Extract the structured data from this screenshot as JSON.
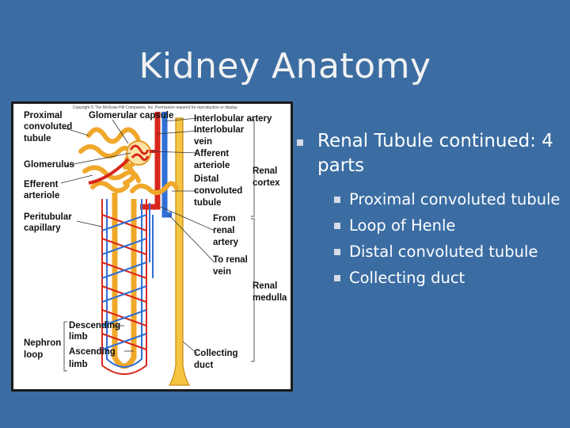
{
  "slide": {
    "title": "Kidney Anatomy",
    "bullet_main": "Renal Tubule continued:  4 parts",
    "sub_bullets": [
      "Proximal convoluted tubule",
      "Loop of Henle",
      "Distal convoluted tubule",
      "Collecting duct"
    ]
  },
  "figure": {
    "credit": "Copyright © The McGraw-Hill Companies, Inc. Permission required for reproduction or display.",
    "labels": {
      "proximal": [
        "Proximal",
        "convoluted",
        "tubule"
      ],
      "glomerular_capsule": "Glomerular capsule",
      "glomerulus": "Glomerulus",
      "efferent": [
        "Efferent",
        "arteriole"
      ],
      "peritubular": [
        "Peritubular",
        "capillary"
      ],
      "interlobular_artery": "Interlobular artery",
      "interlobular_vein": [
        "Interlobular",
        "vein"
      ],
      "afferent": [
        "Afferent",
        "arteriole"
      ],
      "distal": [
        "Distal",
        "convoluted",
        "tubule"
      ],
      "renal_cortex": [
        "Renal",
        "cortex"
      ],
      "from_renal_artery": [
        "From",
        "renal",
        "artery"
      ],
      "to_renal_vein": [
        "To renal",
        "vein"
      ],
      "renal_medulla": [
        "Renal",
        "medulla"
      ],
      "descending": [
        "Descending",
        "limb"
      ],
      "ascending": [
        "Ascending",
        "limb"
      ],
      "nephron_loop": [
        "Nephron",
        "loop"
      ],
      "collecting_duct": [
        "Collecting",
        "duct"
      ]
    }
  }
}
